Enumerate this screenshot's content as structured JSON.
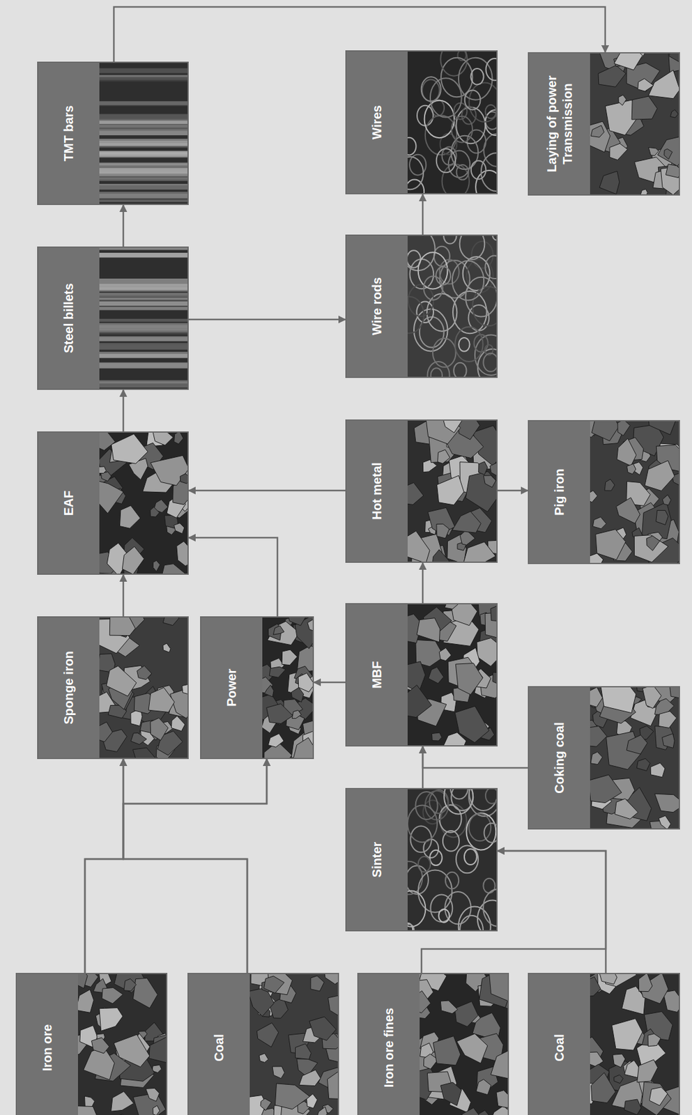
{
  "diagram": {
    "nodes": [
      {
        "text": [
          "Iron ore"
        ]
      },
      {
        "text": [
          "Coal"
        ]
      },
      {
        "text": [
          "Iron ore fines"
        ]
      },
      {
        "text": [
          "Coal"
        ]
      },
      {
        "text": [
          "Sponge iron"
        ]
      },
      {
        "text": [
          "Power"
        ]
      },
      {
        "text": [
          "Sinter"
        ]
      },
      {
        "text": [
          "Coking coal"
        ]
      },
      {
        "text": [
          "MBF"
        ]
      },
      {
        "text": [
          "Hot metal"
        ]
      },
      {
        "text": [
          "Pig iron"
        ]
      },
      {
        "text": [
          "EAF"
        ]
      },
      {
        "text": [
          "Steel billets"
        ]
      },
      {
        "text": [
          "Wire rods"
        ]
      },
      {
        "text": [
          "Wires"
        ]
      },
      {
        "text": [
          "TMT bars"
        ]
      },
      {
        "text": [
          "Laying of power Transmission"
        ]
      }
    ],
    "edges": [
      {
        "from": 0,
        "to": 4,
        "arrow": "to"
      },
      {
        "from": 0,
        "to": 5,
        "arrow": "to"
      },
      {
        "from": 1,
        "to": 4,
        "arrow": "to"
      },
      {
        "from": 1,
        "to": 5,
        "arrow": "to"
      },
      {
        "from": 2,
        "to": 6,
        "arrow": "to"
      },
      {
        "from": 3,
        "to": 6,
        "arrow": "to"
      },
      {
        "from": 6,
        "to": 8,
        "arrow": "to"
      },
      {
        "from": 7,
        "to": 8,
        "arrow": "to"
      },
      {
        "from": 8,
        "to": 5,
        "arrow": "to"
      },
      {
        "from": 8,
        "to": 9,
        "arrow": "to"
      },
      {
        "from": 9,
        "to": 10,
        "arrow": "to"
      },
      {
        "from": 9,
        "to": 11,
        "arrow": "to"
      },
      {
        "from": 4,
        "to": 11,
        "arrow": "to"
      },
      {
        "from": 5,
        "to": 11,
        "arrow": "to"
      },
      {
        "from": 11,
        "to": 12,
        "arrow": "to"
      },
      {
        "from": 12,
        "to": 15,
        "arrow": "to"
      },
      {
        "from": 12,
        "to": 13,
        "arrow": "to"
      },
      {
        "from": 13,
        "to": 14,
        "arrow": "to"
      },
      {
        "from": 15,
        "to": 16,
        "arrow": "to"
      }
    ]
  }
}
